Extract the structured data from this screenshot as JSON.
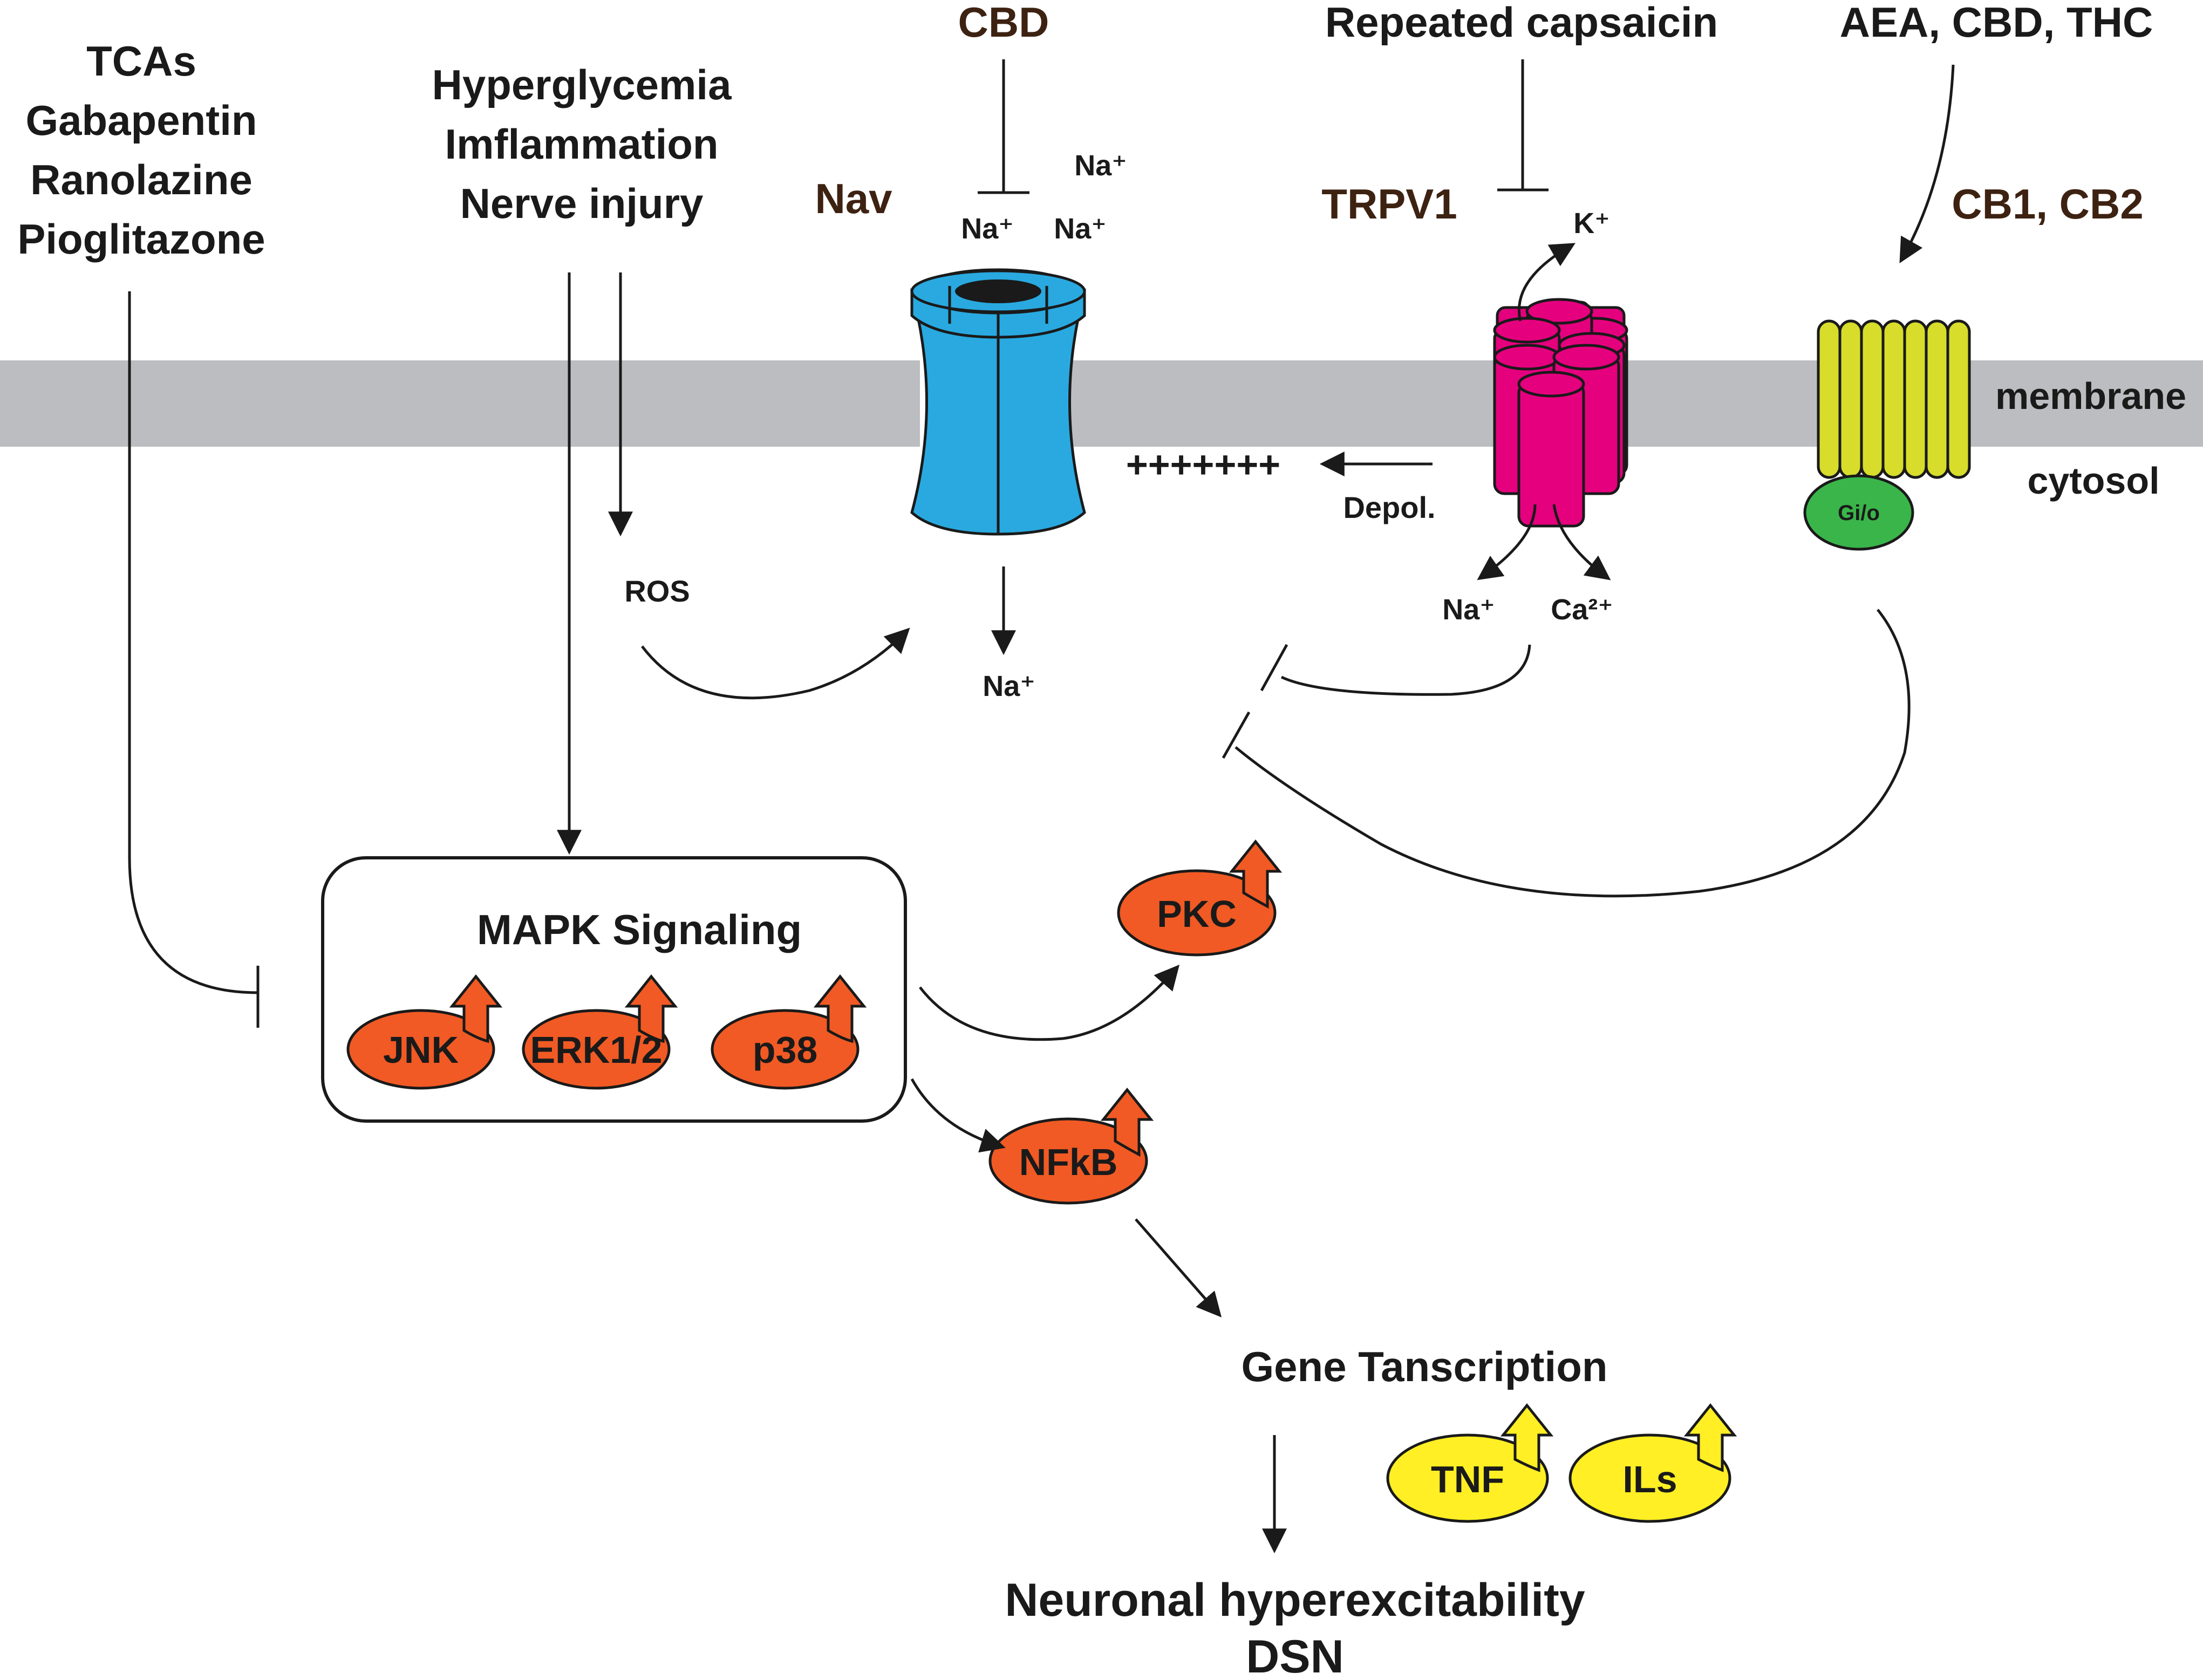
{
  "colors": {
    "membrane": "#bcbdc0",
    "nav_channel": "#29a9e0",
    "trpv1_channel": "#e5007e",
    "cb_receptor": "#d7dd2a",
    "gio_protein": "#3ab54a",
    "kinase_orange": "#f15a24",
    "cytokine_yellow": "#ffef24",
    "label_brown": "#3d2212"
  },
  "labels": {
    "drugs": [
      "TCAs",
      "Gabapentin",
      "Ranolazine",
      "Pioglitazone"
    ],
    "stressors": [
      "Hyperglycemia",
      "Imflammation",
      "Nerve injury"
    ],
    "cbd_top": "CBD",
    "repeated_capsaicin": "Repeated capsaicin",
    "ligands": "AEA, CBD, THC",
    "nav": "Nav",
    "trpv1": "TRPV1",
    "cb_receptors": "CB1, CB2",
    "membrane": "membrane",
    "cytosol": "cytosol",
    "ros": "ROS",
    "depol_signs": "+++++++",
    "depol": "Depol.",
    "gio": "Gi/o",
    "mapk_title": "MAPK Signaling",
    "gene_transcription": "Gene Tanscription",
    "outcome": [
      "Neuronal hyperexcitability",
      "DSN"
    ]
  },
  "ions": {
    "na_left": "Na⁺",
    "na_right": "Na⁺",
    "na_top": "Na⁺",
    "na_inside": "Na⁺",
    "k_out": "K⁺",
    "na_trpv1": "Na⁺",
    "ca_trpv1": "Ca²⁺"
  },
  "kinases": {
    "jnk": "JNK",
    "erk": "ERK1/2",
    "p38": "p38",
    "pkc": "PKC",
    "nfkb": "NFkB"
  },
  "cytokines": {
    "tnf": "TNF",
    "ils": "ILs"
  },
  "icons": [
    "up-arrow-icon",
    "inhibition-bar-icon",
    "activation-arrow-icon"
  ]
}
